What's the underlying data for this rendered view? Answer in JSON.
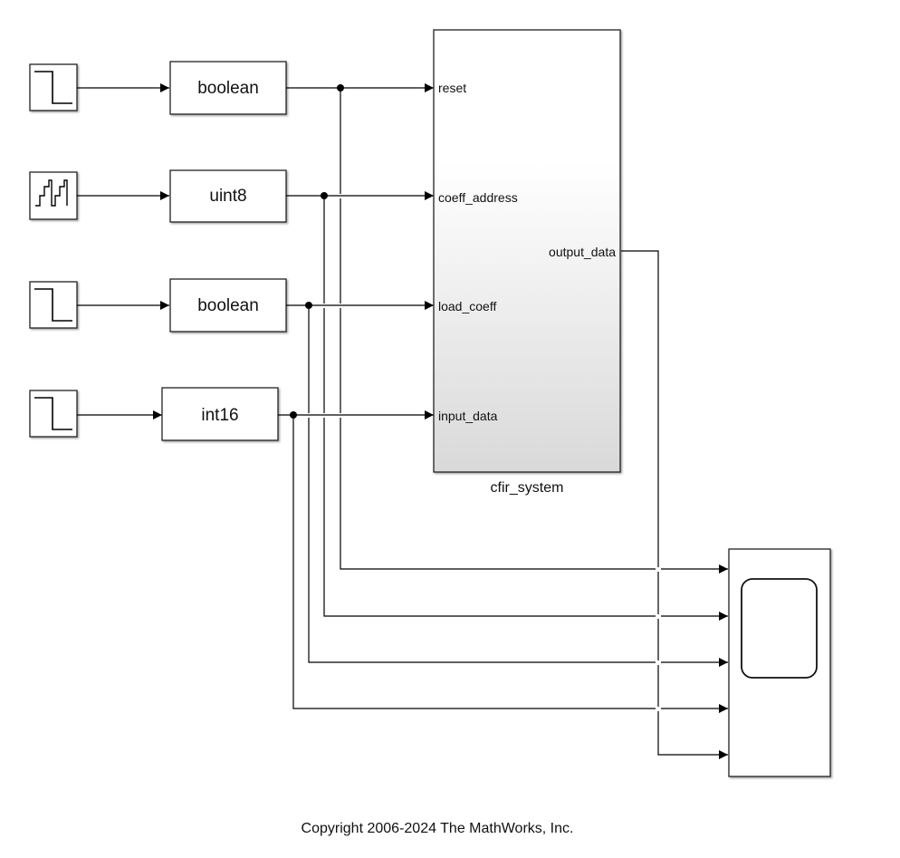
{
  "diagram": {
    "type": "simulink-model",
    "sources": [
      {
        "id": "src1",
        "icon": "step-icon"
      },
      {
        "id": "src2",
        "icon": "counter-staircase-icon"
      },
      {
        "id": "src3",
        "icon": "step-icon"
      },
      {
        "id": "src4",
        "icon": "step-icon"
      }
    ],
    "converters": [
      {
        "id": "conv1",
        "label": "boolean"
      },
      {
        "id": "conv2",
        "label": "uint8"
      },
      {
        "id": "conv3",
        "label": "boolean"
      },
      {
        "id": "conv4",
        "label": "int16"
      }
    ],
    "subsystem": {
      "name": "cfir_system",
      "inputs": [
        "reset",
        "coeff_address",
        "load_coeff",
        "input_data"
      ],
      "outputs": [
        "output_data"
      ]
    },
    "scope": {
      "icon": "scope-icon",
      "input_count": 5
    },
    "footer": "Copyright 2006-2024 The MathWorks, Inc."
  }
}
